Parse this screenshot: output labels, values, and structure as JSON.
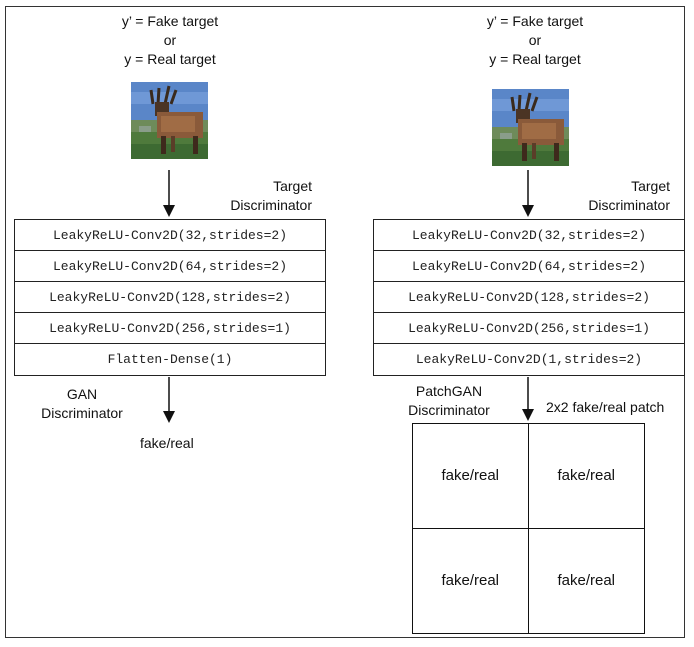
{
  "left": {
    "title_lines": [
      "y’ =  Fake target",
      "or",
      "y = Real target"
    ],
    "target_label_lines": [
      "Target",
      "Discriminator"
    ],
    "layers": [
      "LeakyReLU-Conv2D(32,strides=2)",
      "LeakyReLU-Conv2D(64,strides=2)",
      "LeakyReLU-Conv2D(128,strides=2)",
      "LeakyReLU-Conv2D(256,strides=1)",
      "Flatten-Dense(1)"
    ],
    "disc_label_lines": [
      "GAN",
      "Discriminator"
    ],
    "output": "fake/real"
  },
  "right": {
    "title_lines": [
      "y’ =  Fake target",
      "or",
      "y = Real target"
    ],
    "target_label_lines": [
      "Target",
      "Discriminator"
    ],
    "layers": [
      "LeakyReLU-Conv2D(32,strides=2)",
      "LeakyReLU-Conv2D(64,strides=2)",
      "LeakyReLU-Conv2D(128,strides=2)",
      "LeakyReLU-Conv2D(256,strides=1)",
      "LeakyReLU-Conv2D(1,strides=2)"
    ],
    "disc_label_lines": [
      "PatchGAN",
      "Discriminator"
    ],
    "patch_label": "2x2 fake/real patch",
    "patch_cells": [
      "fake/real",
      "fake/real",
      "fake/real",
      "fake/real"
    ]
  }
}
